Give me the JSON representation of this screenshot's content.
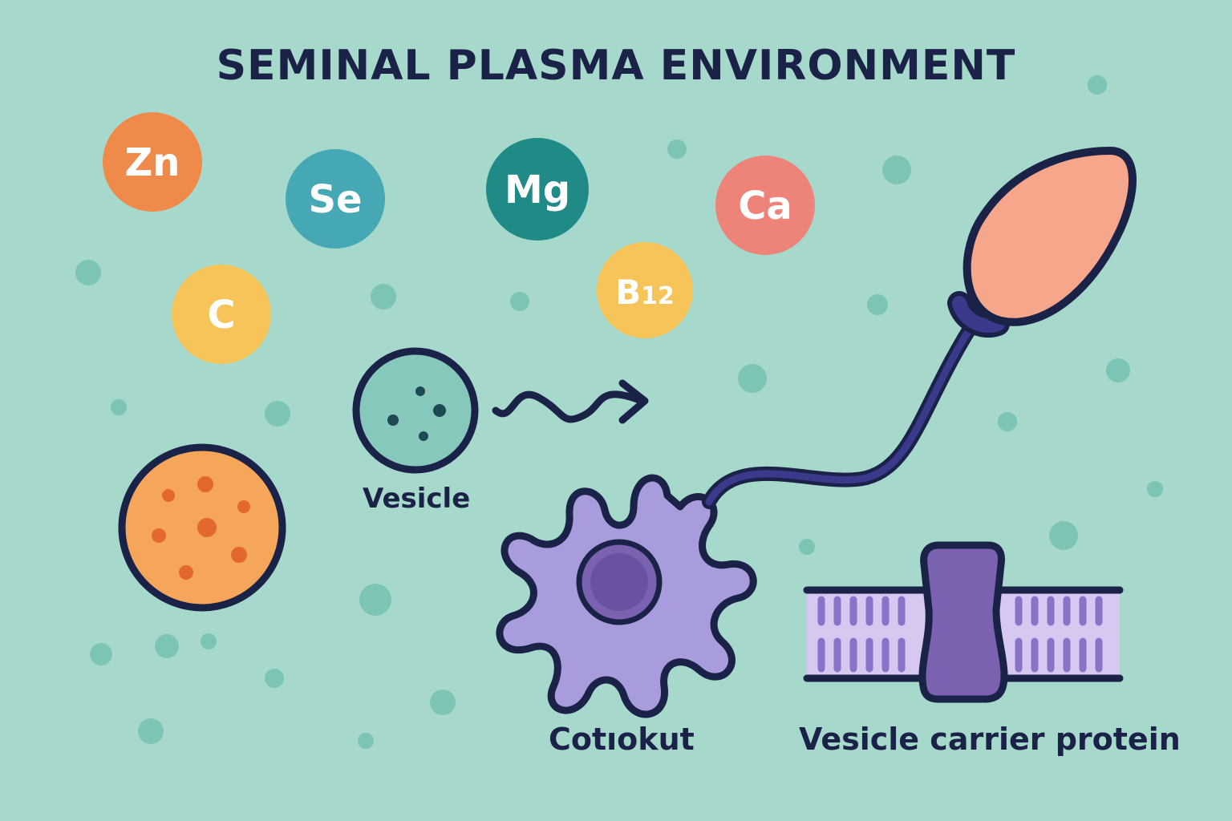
{
  "title": "SEMINAL PLASMA ENVIRONMENT",
  "nutrients": [
    {
      "symbol": "Zn",
      "sub": "",
      "color": "#f08a4b"
    },
    {
      "symbol": "Se",
      "sub": "",
      "color": "#45a8b4"
    },
    {
      "symbol": "Mg",
      "sub": "",
      "color": "#1f8a86"
    },
    {
      "symbol": "Ca",
      "sub": "",
      "color": "#ee8379"
    },
    {
      "symbol": "C",
      "sub": "",
      "color": "#f7c45a"
    },
    {
      "symbol": "B",
      "sub": "12",
      "color": "#f7c45a"
    }
  ],
  "labels": {
    "vesicle": "Vesicle",
    "cell": "Cotıokut",
    "protein": "Vesicle carrier protein"
  },
  "colors": {
    "background": "#a6d9cb",
    "outline": "#1b2248",
    "dots": "#7cc4b6",
    "orange_cell": "#f5a65b",
    "purple_cell": "#a99cdc",
    "protein": "#7b62b0",
    "sperm_head": "#f6a68a"
  }
}
